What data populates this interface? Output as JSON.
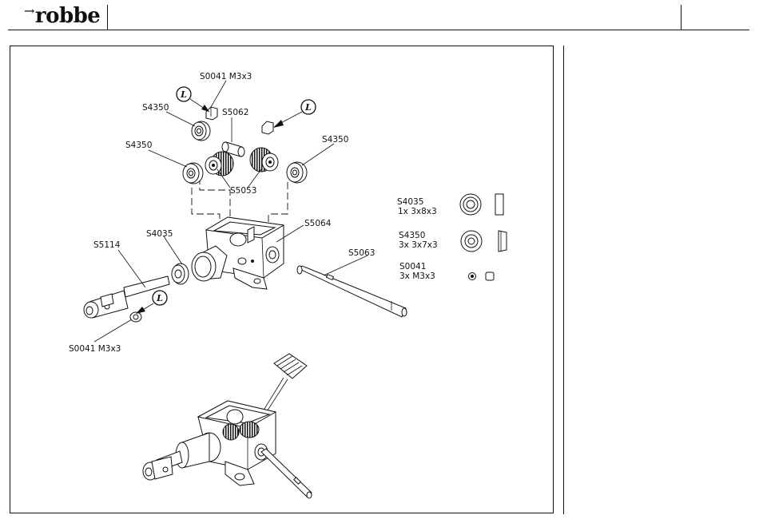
{
  "header": {
    "brand": "robbe",
    "brand_mark": "→"
  },
  "callouts": {
    "s0041_top": "S0041 M3x3",
    "s4350_upper_left": "S4350",
    "s5062": "S5062",
    "s4350_left": "S4350",
    "s4350_right": "S4350",
    "s5053": "S5053",
    "s5064": "S5064",
    "s4035": "S4035",
    "s5114": "S5114",
    "s5063": "S5063",
    "s0041_bottom": "S0041 M3x3"
  },
  "lock_symbol": "L",
  "legend": [
    {
      "part": "S4035",
      "qty": "1x  3x8x3"
    },
    {
      "part": "S4350",
      "qty": "3x  3x7x3"
    },
    {
      "part": "S0041",
      "qty": "3x  M3x3"
    }
  ]
}
